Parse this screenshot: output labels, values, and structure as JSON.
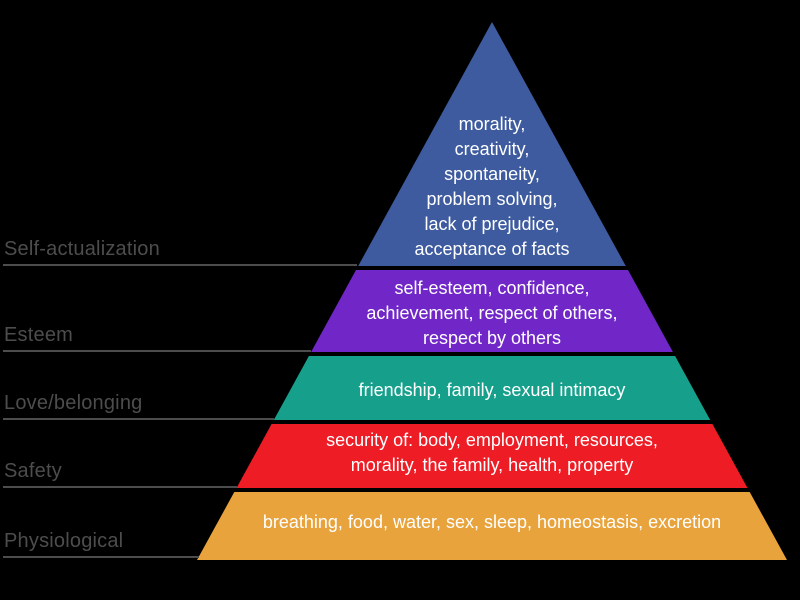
{
  "background_color": "#000000",
  "pyramid": {
    "label_color": "#4d4d4d",
    "text_color": "#ffffff",
    "levels": [
      {
        "id": "self-actualization",
        "label": "Self-actualization",
        "color": "#3d5b9e",
        "lines": [
          "morality,",
          "creativity,",
          "spontaneity,",
          "problem solving,",
          "lack of prejudice,",
          "acceptance of facts"
        ]
      },
      {
        "id": "esteem",
        "label": "Esteem",
        "color": "#7127c8",
        "lines": [
          "self-esteem, confidence,",
          "achievement, respect of others,",
          "respect by others"
        ]
      },
      {
        "id": "love-belonging",
        "label": "Love/belonging",
        "color": "#16a08c",
        "lines": [
          "friendship, family, sexual intimacy"
        ]
      },
      {
        "id": "safety",
        "label": "Safety",
        "color": "#ee1c25",
        "lines": [
          "security of: body, employment, resources,",
          "morality, the family, health, property"
        ]
      },
      {
        "id": "physiological",
        "label": "Physiological",
        "color": "#e8a33d",
        "lines": [
          "breathing, food, water, sex, sleep, homeostasis, excretion"
        ]
      }
    ]
  }
}
